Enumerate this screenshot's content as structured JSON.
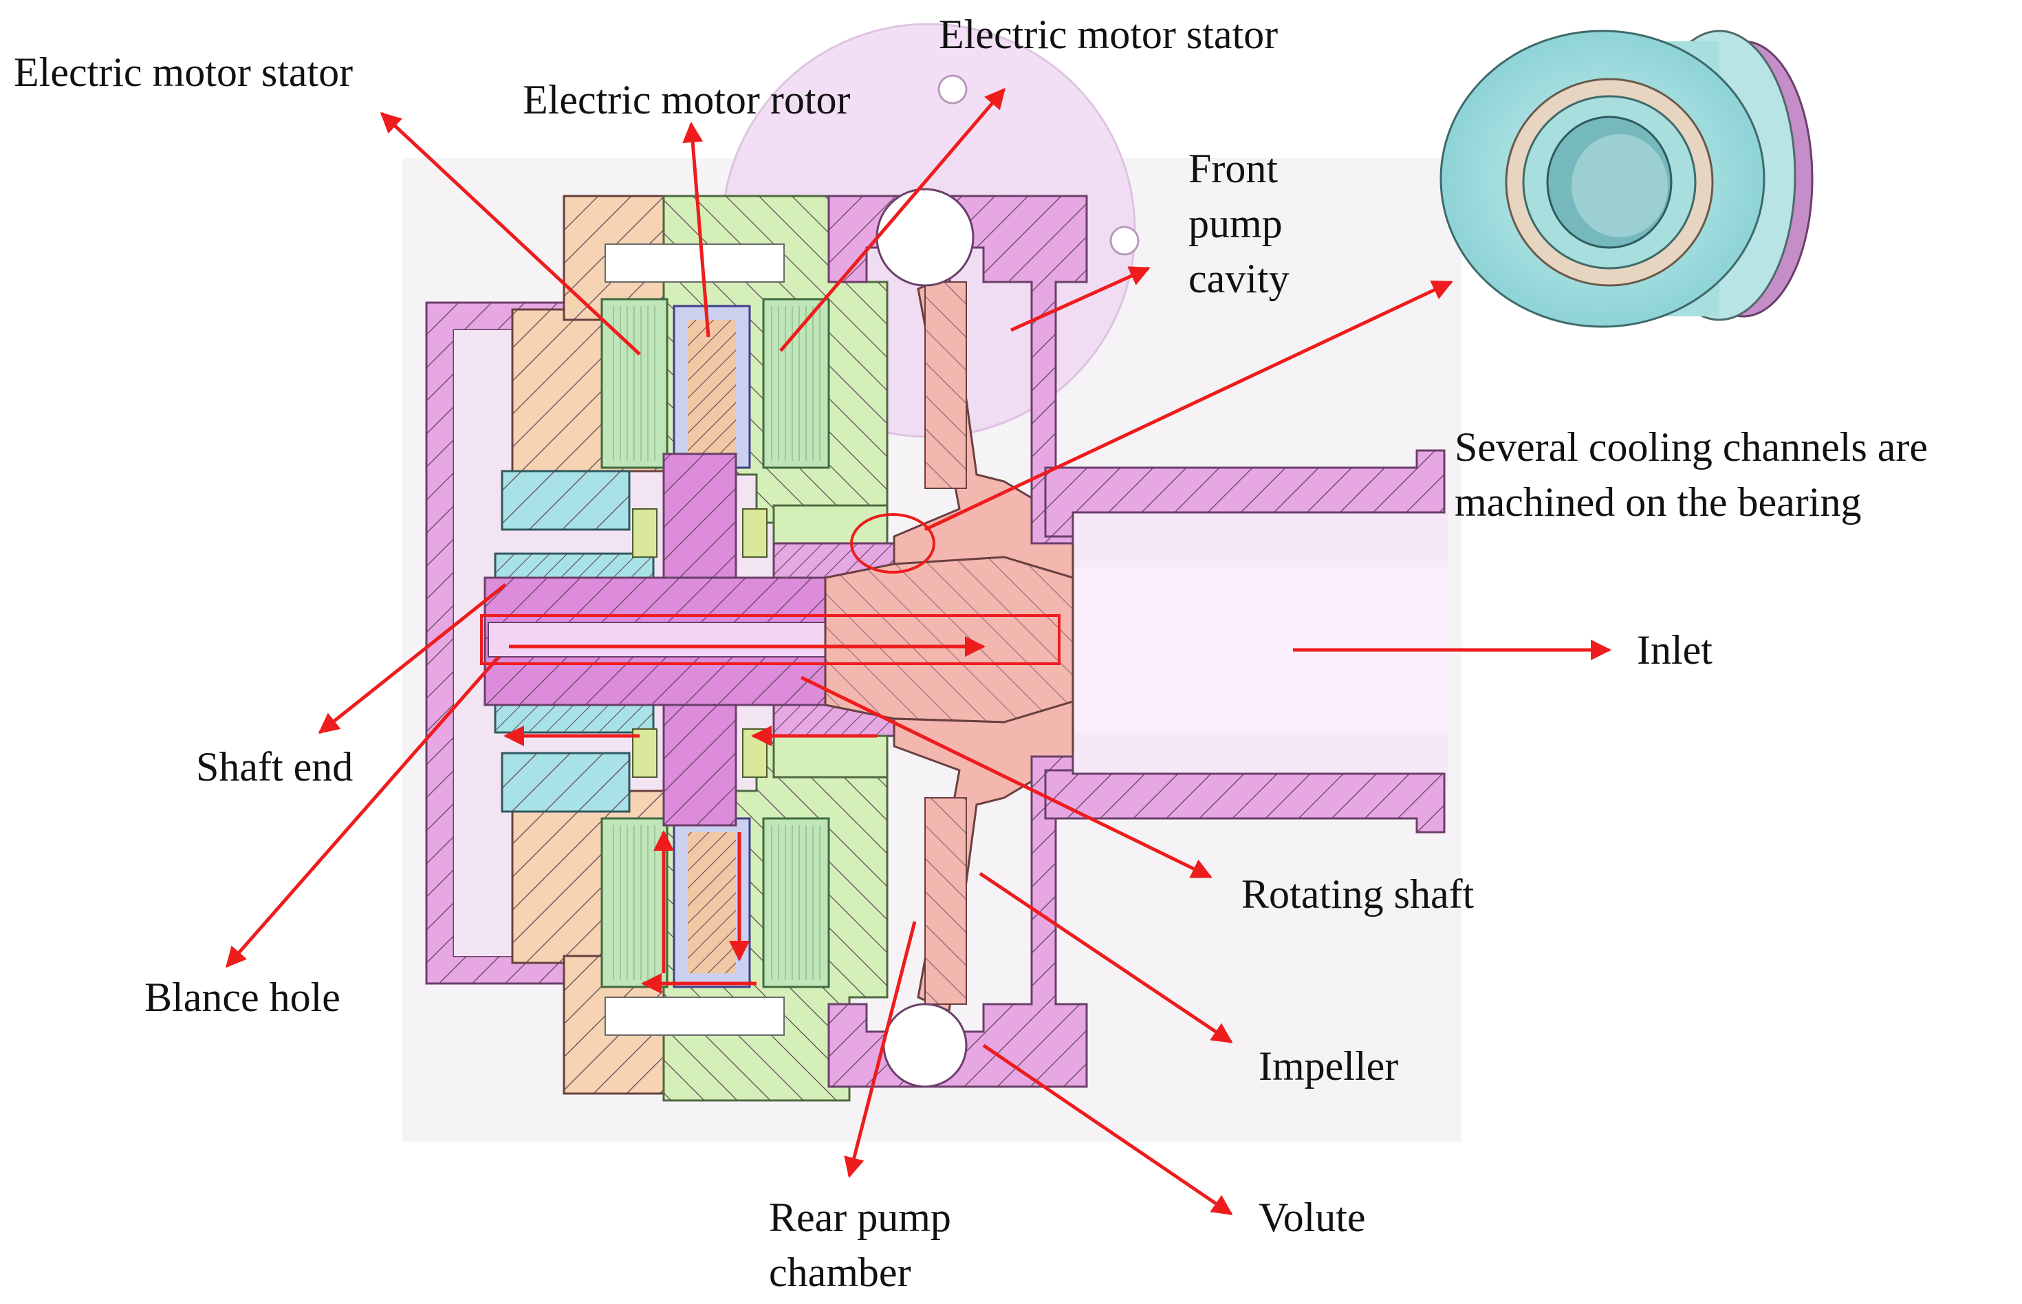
{
  "labels": {
    "stator_left": "Electric motor stator",
    "stator_top": "Electric motor stator",
    "rotor": "Electric motor rotor",
    "front_cavity": "Front\npump\ncavity",
    "cooling_channels": "Several cooling channels are\nmachined on the bearing",
    "inlet": "Inlet",
    "shaft_end": "Shaft end",
    "balance_hole": "Blance hole",
    "rotating_shaft": "Rotating shaft",
    "impeller": "Impeller",
    "rear_chamber": "Rear pump\nchamber",
    "volute": "Volute"
  },
  "colors": {
    "arrow": "#ee1c1c",
    "casing_pink": "#e6a7e3",
    "stator_orange": "#f5d3b3",
    "rotor_green": "#d5efb9",
    "coil_green": "#bfe5b9",
    "bearing_cyan": "#a8e2e6",
    "impeller_salmon": "#f3b7b0",
    "shaft_magenta": "#dd8cdb",
    "flange_light": "#f1d8f3",
    "inlet_pipe": "#f7e7f8",
    "hatch": "#5a4050"
  }
}
